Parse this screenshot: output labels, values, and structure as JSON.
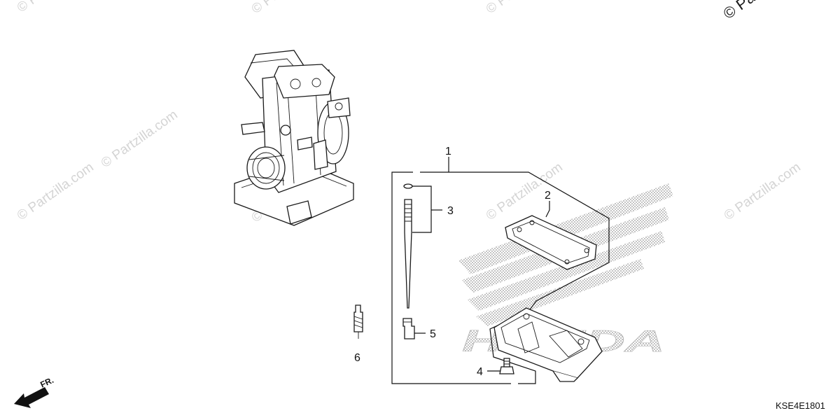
{
  "watermarks": [
    "© Partzilla.com",
    "© Partzilla.com",
    "© Partzilla.com",
    "© Partzilla.com",
    "© Partzilla.com",
    "© Partzilla.com",
    "© Partzilla.com",
    "© Partzilla.com"
  ],
  "corner_watermark": "© Pa",
  "brand_watermark": "HONDA",
  "callouts": {
    "c1": "1",
    "c2": "2",
    "c3": "3",
    "c4": "4",
    "c5": "5",
    "c6": "6"
  },
  "direction_label": "FR.",
  "diagram_code": "KSE4E1801"
}
